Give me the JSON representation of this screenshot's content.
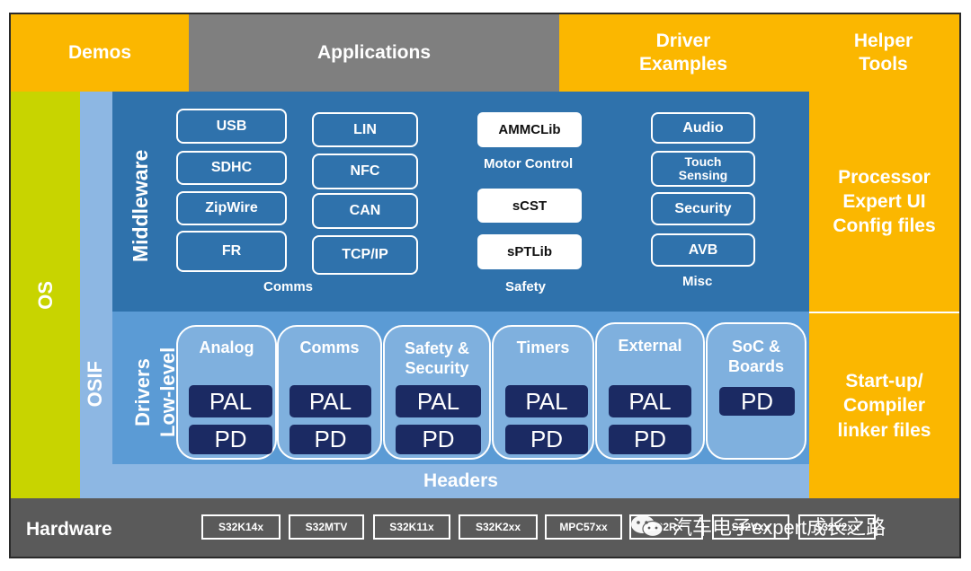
{
  "top_row": {
    "demos": "Demos",
    "applications": "Applications",
    "driver_examples_line1": "Driver",
    "driver_examples_line2": "Examples",
    "helper_tools_line1": "Helper",
    "helper_tools_line2": "Tools"
  },
  "left": {
    "os": "OS",
    "osif": "OSIF"
  },
  "middleware": {
    "label": "Middleware",
    "comms": {
      "col1": [
        "USB",
        "SDHC",
        "ZipWire",
        "FR"
      ],
      "col2": [
        "LIN",
        "NFC",
        "CAN",
        "TCP/IP"
      ],
      "caption": "Comms"
    },
    "motor": {
      "lib": "AMMCLib",
      "caption": "Motor Control"
    },
    "safety": {
      "items": [
        "sCST",
        "sPTLib"
      ],
      "caption": "Safety"
    },
    "misc": {
      "items": [
        "Audio",
        "Touch Sensing",
        "Security",
        "AVB"
      ],
      "caption": "Misc"
    }
  },
  "drivers": {
    "label_line1": "Low-level",
    "label_line2": "Drivers",
    "columns": [
      {
        "title": "Analog",
        "pal": "PAL",
        "pd": "PD"
      },
      {
        "title": "Comms",
        "pal": "PAL",
        "pd": "PD"
      },
      {
        "title": "Safety & Security",
        "pal": "PAL",
        "pd": "PD"
      },
      {
        "title": "Timers",
        "pal": "PAL",
        "pd": "PD"
      },
      {
        "title": "External",
        "pal": "PAL",
        "pd": "PD"
      },
      {
        "title": "SoC & Boards",
        "pd": "PD"
      }
    ]
  },
  "headers": "Headers",
  "right": {
    "processor_expert": "Processor Expert UI Config files",
    "startup": "Start-up/ Compiler linker files"
  },
  "hardware": {
    "label": "Hardware",
    "chips": [
      "S32K14x",
      "S32MTV",
      "S32K11x",
      "S32K2xx",
      "MPC57xx",
      "S32Rx",
      "S32Vxx",
      "S32V2xx"
    ]
  },
  "watermark": "汽车电子expert成长之路",
  "colors": {
    "gold": "#fbb700",
    "grey": "#7f7f7f",
    "lime": "#c8d400",
    "dark_blue": "#2f72ac",
    "mid_blue": "#5b9bd5",
    "navy": "#1b2a63",
    "hardware_grey": "#5a5a5a"
  }
}
